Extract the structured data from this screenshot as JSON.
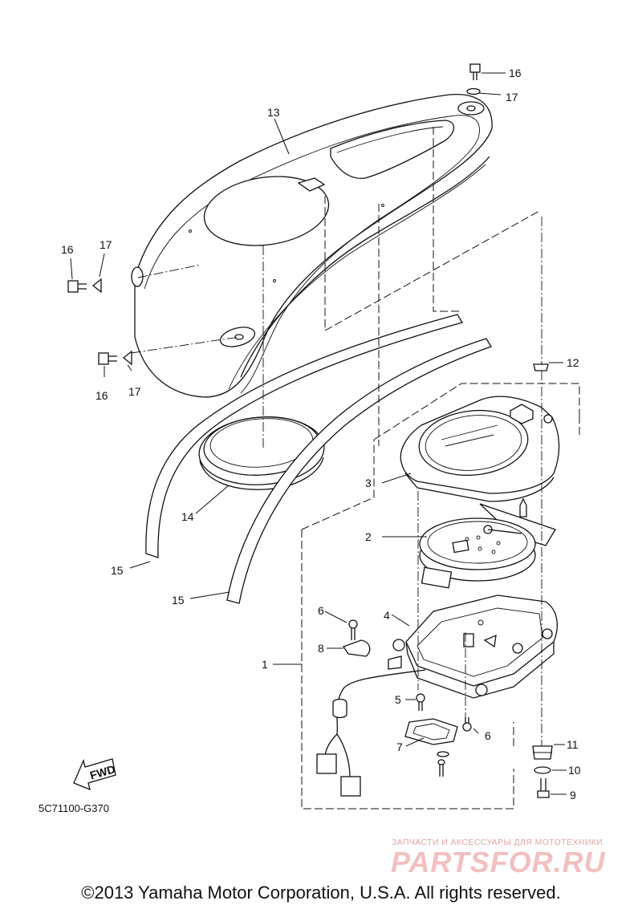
{
  "diagram": {
    "code": "5C71100-G370",
    "fwd_label": "FWD",
    "callouts": [
      "16",
      "17",
      "13",
      "16",
      "17",
      "16",
      "17",
      "12",
      "3",
      "14",
      "2",
      "15",
      "15",
      "6",
      "4",
      "8",
      "1",
      "5",
      "6",
      "7",
      "11",
      "10",
      "9"
    ]
  },
  "watermark": {
    "tagline": "ЗАПЧАСТИ И АКСЕССУАРЫ ДЛЯ МОТОТЕХНИКИ",
    "logo": "PARTSFOR.RU"
  },
  "footer": {
    "copyright": "©2013 Yamaha Motor Corporation, U.S.A. All rights reserved."
  }
}
